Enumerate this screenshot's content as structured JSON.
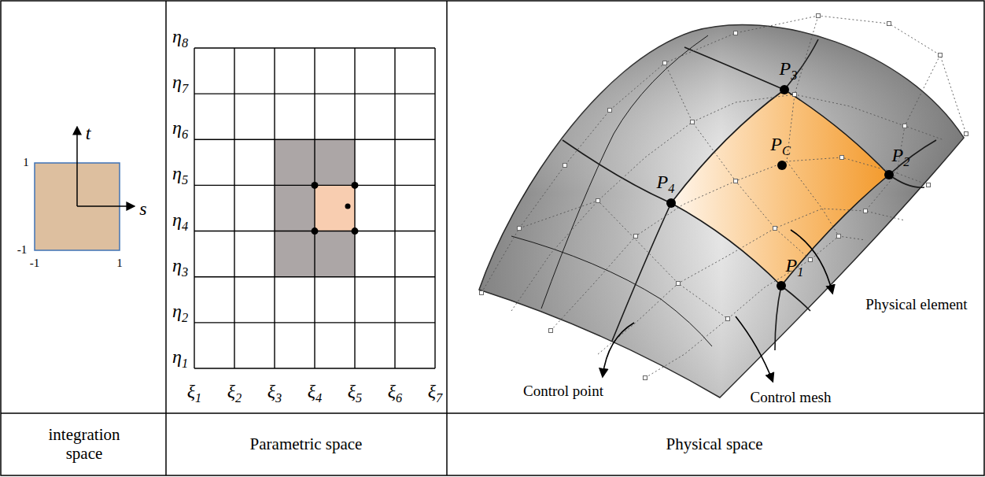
{
  "diagram": {
    "labels": [
      "t",
      "s",
      "1",
      "-1",
      "-1",
      "1",
      "η8",
      "η7",
      "η6",
      "η5",
      "η4",
      "η3",
      "η2",
      "η1",
      "ξ1",
      "ξ2",
      "ξ3",
      "ξ4",
      "ξ5",
      "ξ6",
      "ξ7",
      "P3",
      "P2",
      "PC",
      "P4",
      "P1",
      "Physical element",
      "Control point",
      "Control mesh",
      "integration space",
      "Parametric space",
      "Physical space"
    ]
  }
}
